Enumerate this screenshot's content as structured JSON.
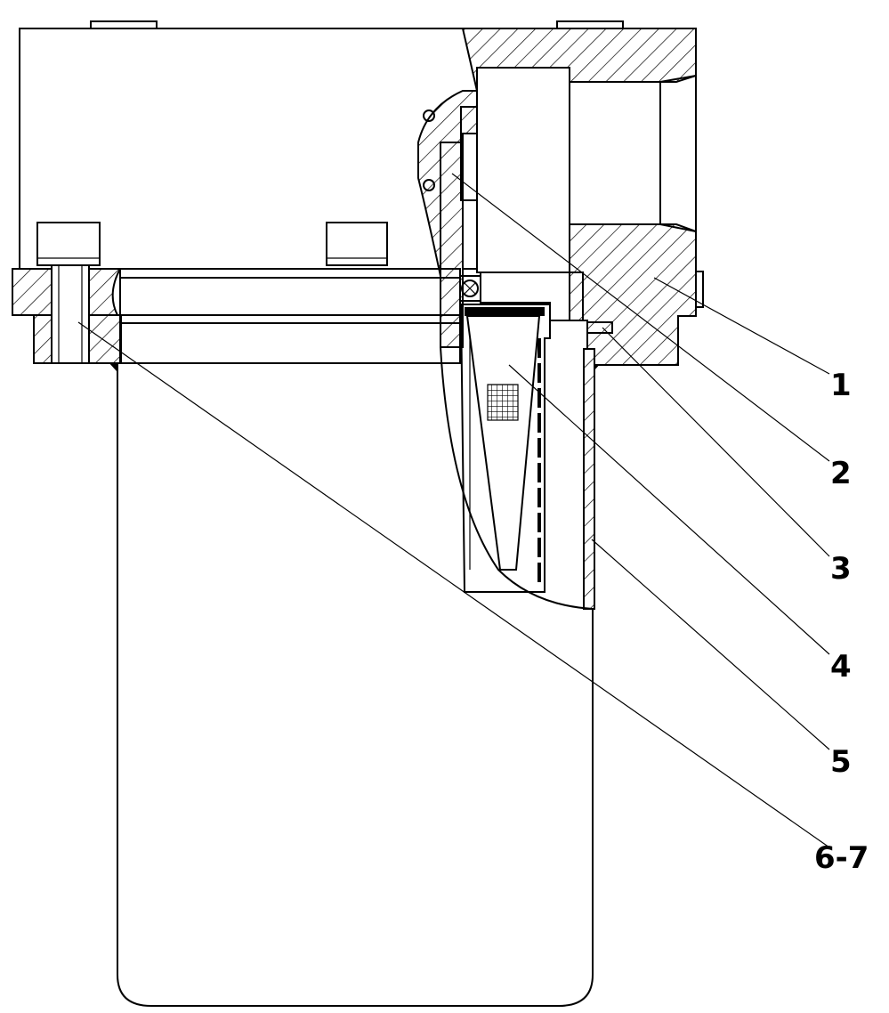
{
  "callouts": [
    {
      "id": "1",
      "label": "1"
    },
    {
      "id": "2",
      "label": "2"
    },
    {
      "id": "3",
      "label": "3"
    },
    {
      "id": "4",
      "label": "4"
    },
    {
      "id": "5",
      "label": "5"
    },
    {
      "id": "6-7",
      "label": "6-7"
    }
  ],
  "colors": {
    "line": "#000000",
    "background": "#ffffff"
  }
}
